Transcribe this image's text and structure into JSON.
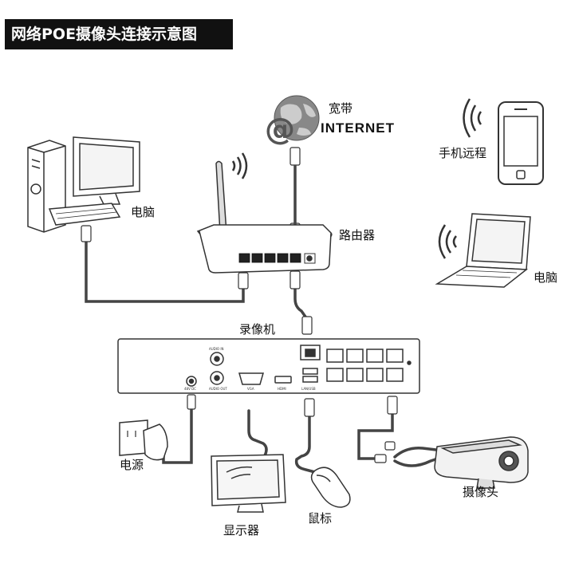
{
  "title": "网络POE摄像头连接示意图",
  "labels": {
    "broadband": "宽带",
    "internet": "INTERNET",
    "phone_remote": "手机远程",
    "computer_left": "电脑",
    "router": "路由器",
    "laptop": "电脑",
    "nvr": "录像机",
    "power": "电源",
    "monitor": "显示器",
    "mouse": "鼠标",
    "camera": "摄像头"
  },
  "nvr_ports": {
    "audio_in": "AUDIO IN",
    "audio_out": "AUDIO OUT",
    "vga": "VGA",
    "hdmi": "HDMI",
    "lan_usb": "LAN/USB",
    "dc": "48V DC"
  },
  "colors": {
    "title_bg": "#111111",
    "title_fg": "#ffffff",
    "line": "#333333",
    "cable": "#444444",
    "globe": "#777777"
  }
}
